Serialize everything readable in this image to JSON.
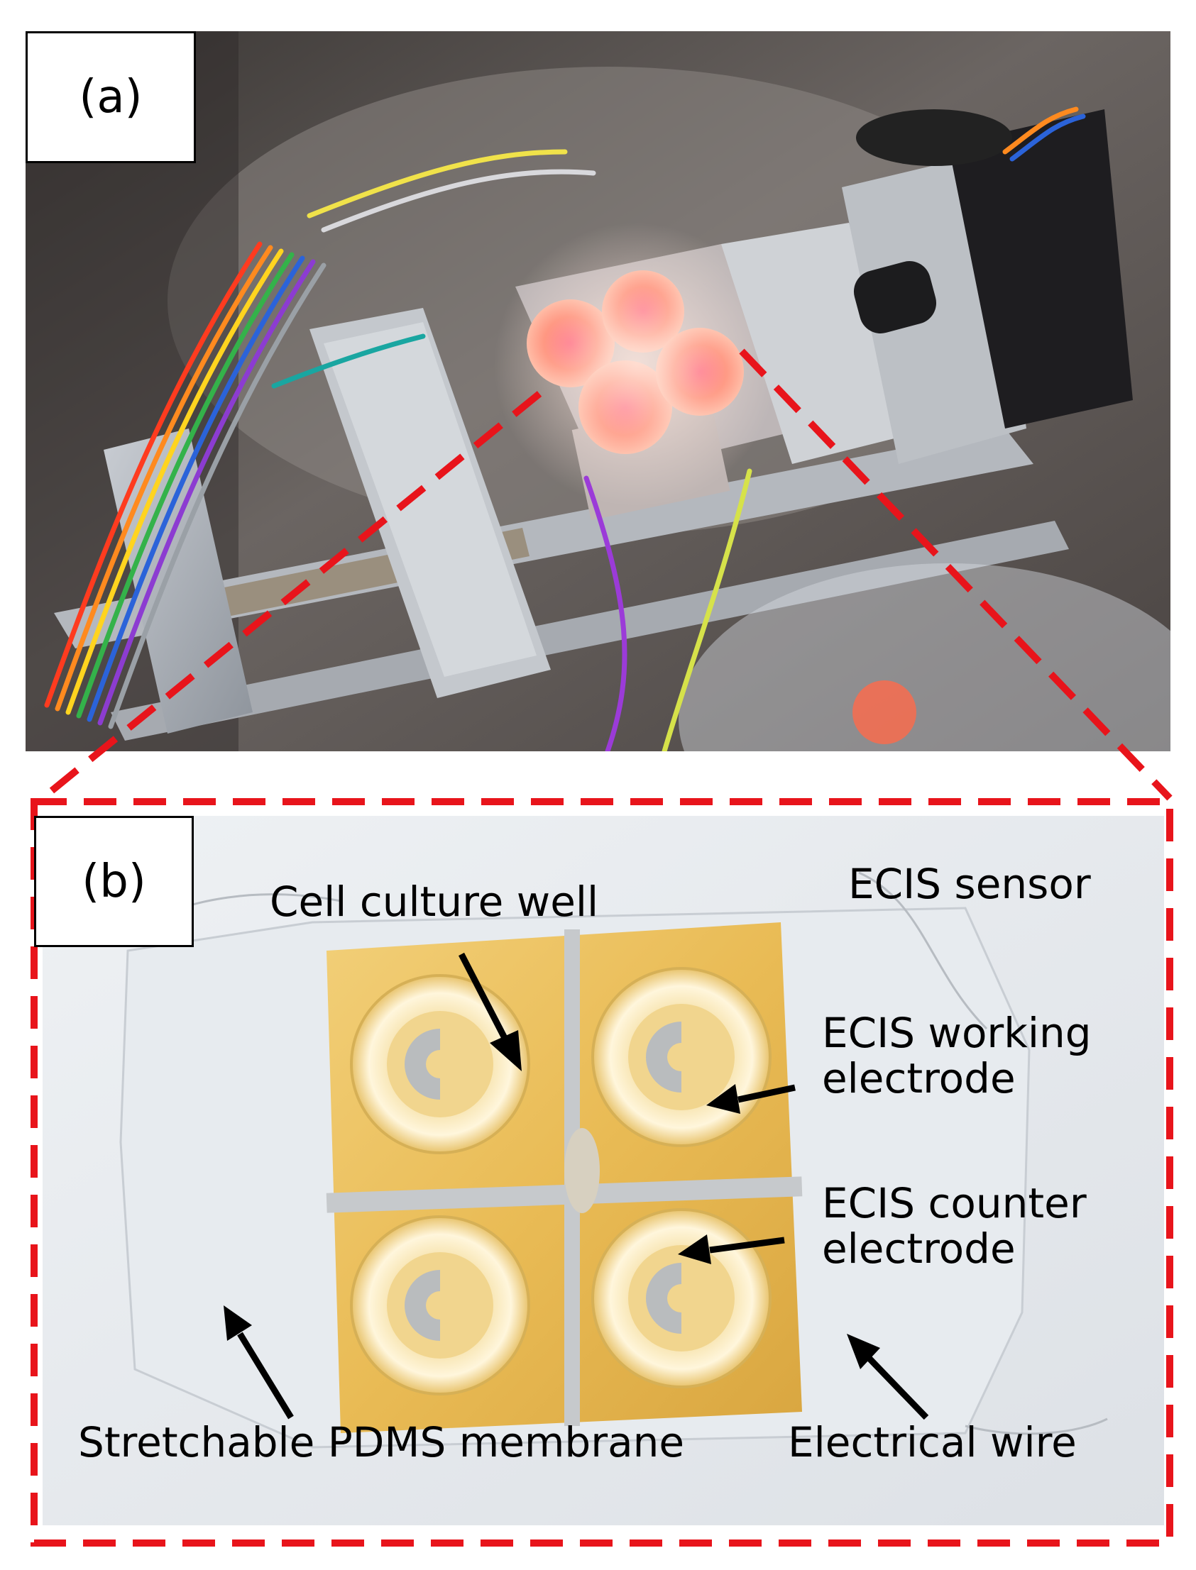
{
  "panel_a": {
    "label": "(a)"
  },
  "panel_b": {
    "label": "(b)",
    "annotations": {
      "ecis_sensor": "ECIS sensor",
      "cell_culture_well": "Cell culture well",
      "working_electrode_line1": "ECIS working",
      "working_electrode_line2": "electrode",
      "counter_electrode_line1": "ECIS counter",
      "counter_electrode_line2": "electrode",
      "pdms_membrane": "Stretchable PDMS membrane",
      "electrical_wire": "Electrical wire"
    }
  },
  "colors": {
    "callout": "#e8141b",
    "arrow": "#000000"
  }
}
